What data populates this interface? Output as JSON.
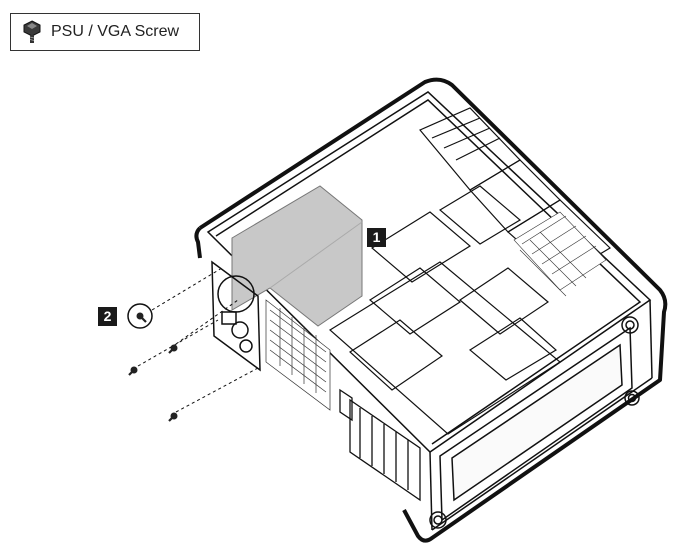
{
  "legend": {
    "label": "PSU / VGA Screw",
    "icon": "screw-icon"
  },
  "steps": {
    "one": "1",
    "two": "2"
  },
  "colors": {
    "outline": "#111111",
    "psu_fill": "#c8c8c8",
    "step_badge": "#1a1a1a"
  }
}
